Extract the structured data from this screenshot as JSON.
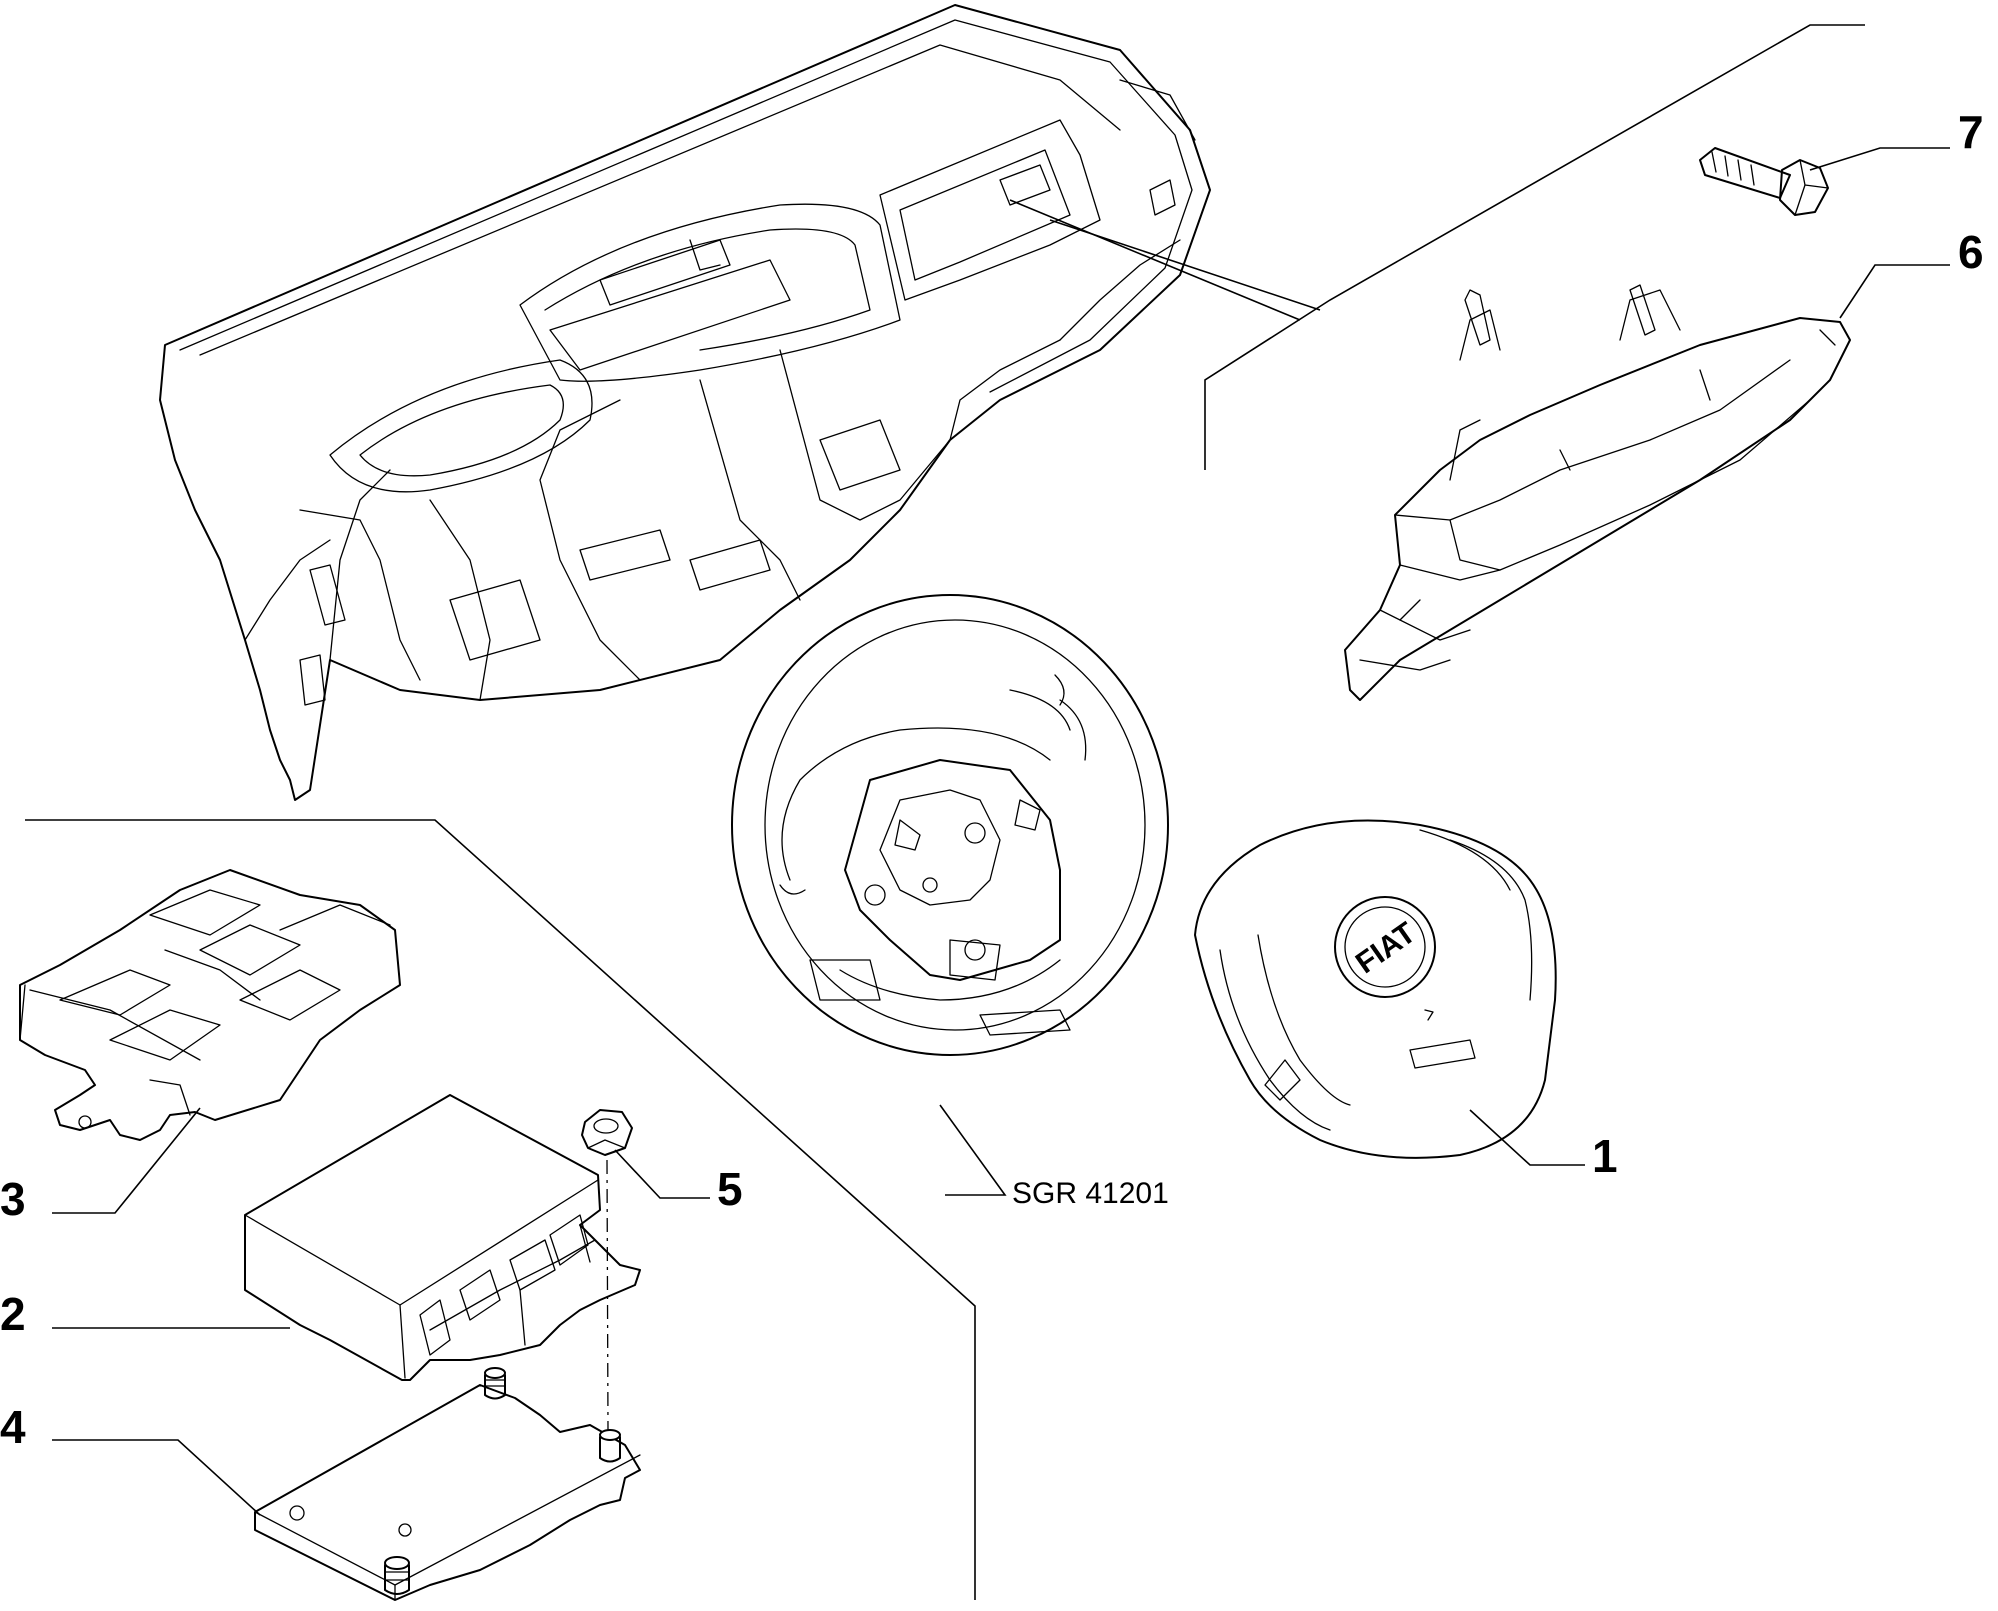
{
  "drawing_ref": "SGR 41201",
  "logo_text": "FIAT",
  "callouts": [
    {
      "id": "1",
      "part": "airbag-module"
    },
    {
      "id": "2",
      "part": "airbag-control-unit"
    },
    {
      "id": "3",
      "part": "control-unit-cover"
    },
    {
      "id": "4",
      "part": "mounting-bracket"
    },
    {
      "id": "5",
      "part": "nut"
    },
    {
      "id": "6",
      "part": "passenger-airbag"
    },
    {
      "id": "7",
      "part": "bolt"
    }
  ],
  "colors": {
    "line": "#000000",
    "background": "#ffffff"
  }
}
